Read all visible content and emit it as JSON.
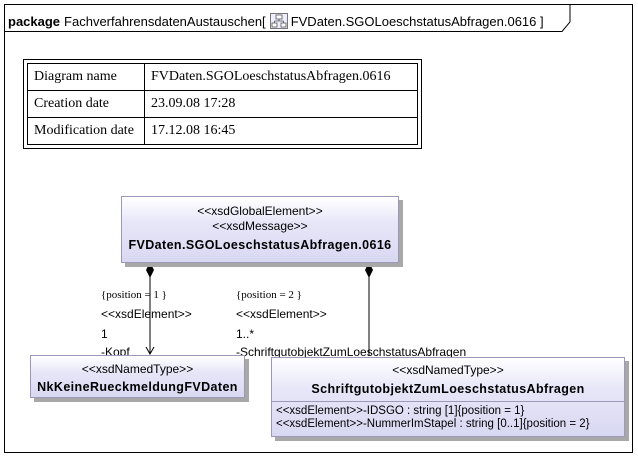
{
  "frame": {
    "keyword": "package",
    "package_name": "FachverfahrensdatenAustauschen[",
    "diagram_ref": "FVDaten.SGOLoeschstatusAbfragen.0616 ]",
    "diagram_icon": "class-diagram-icon"
  },
  "info_table": {
    "rows": [
      {
        "key": "Diagram name",
        "value": "FVDaten.SGOLoeschstatusAbfragen.0616"
      },
      {
        "key": "Creation date",
        "value": "23.09.08 17:28"
      },
      {
        "key": "Modification date",
        "value": "17.12.08 16:45"
      }
    ]
  },
  "classes": {
    "message": {
      "stereotype1": "<<xsdGlobalElement>>",
      "stereotype2": "<<xsdMessage>>",
      "name": "FVDaten.SGOLoeschstatusAbfragen.0616"
    },
    "kopf": {
      "stereotype": "<<xsdNamedType>>",
      "name": "NkKeineRueckmeldungFVDaten"
    },
    "schriftgut": {
      "stereotype": "<<xsdNamedType>>",
      "name": "SchriftgutobjektZumLoeschstatusAbfragen",
      "attributes": [
        "<<xsdElement>>-IDSGO : string [1]{position = 1}",
        "<<xsdElement>>-NummerImStapel : string [0..1]{position = 2}"
      ]
    }
  },
  "associations": {
    "left": {
      "position": "{position = 1  }",
      "stereotype": "<<xsdElement>>",
      "multiplicity": "1",
      "role": "-Kopf"
    },
    "right": {
      "position": "{position = 2  }",
      "stereotype": "<<xsdElement>>",
      "multiplicity": "1..*",
      "role": "-SchriftgutobjektZumLoeschstatusAbfragen"
    }
  },
  "colors": {
    "class_fill": "#dcdaf4",
    "class_border": "#9a9ab8",
    "shadow": "#a8a8a8"
  }
}
